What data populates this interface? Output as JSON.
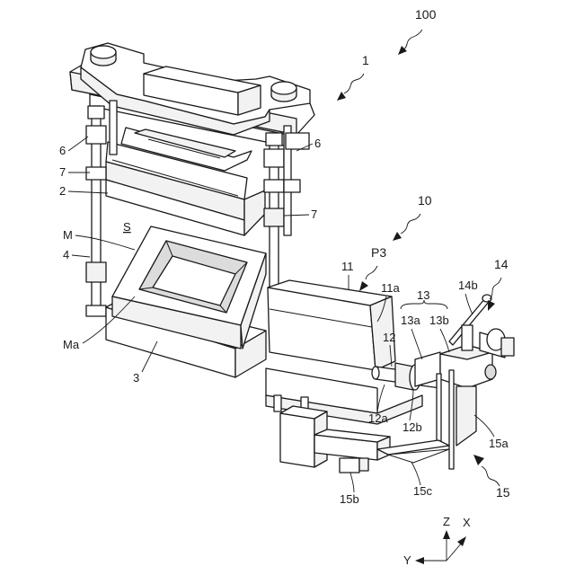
{
  "figure": {
    "ref_main": "100",
    "labels": {
      "l1": "1",
      "l6a": "6",
      "l6b": "6",
      "l7a": "7",
      "l7b": "7",
      "l2": "2",
      "l10": "10",
      "lS": "S",
      "lM": "M",
      "l4": "4",
      "lMa": "Ma",
      "l3": "3",
      "l11": "11",
      "lP3": "P3",
      "l11a": "11a",
      "l13": "13",
      "l13a": "13a",
      "l13b": "13b",
      "l14b": "14b",
      "l14": "14",
      "l12": "12",
      "l12a": "12a",
      "l12b": "12b",
      "l15a": "15a",
      "l15": "15",
      "l15b": "15b",
      "l15c": "15c"
    },
    "axes": {
      "z": "Z",
      "x": "X",
      "y": "Y"
    }
  }
}
